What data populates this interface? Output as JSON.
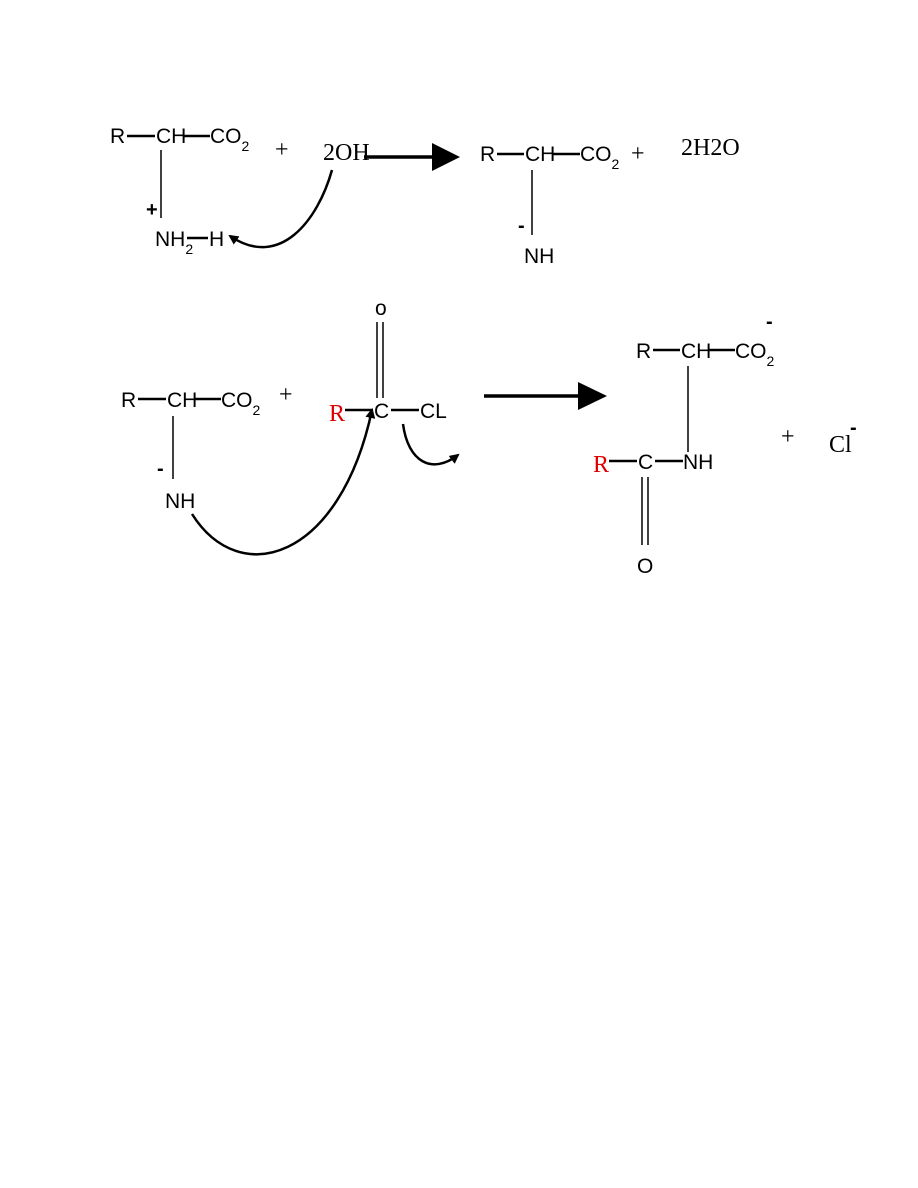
{
  "colors": {
    "ink": "#000000",
    "highlight": "#e00000",
    "background": "#ffffff"
  },
  "reaction1": {
    "reactant": {
      "r": "R",
      "ch": "CH",
      "co": "CO",
      "co_sub": "2",
      "nh": "NH",
      "nh_sub": "2",
      "h": "H",
      "charge": "+"
    },
    "plus1": "+",
    "base": "2OH",
    "product": {
      "r": "R",
      "ch": "CH",
      "co": "CO",
      "co_sub": "2",
      "nh": "NH",
      "charge": "-"
    },
    "plus2": "+",
    "water": "2H2O"
  },
  "reaction2": {
    "amine": {
      "r": "R",
      "ch": "CH",
      "co": "CO",
      "co_sub": "2",
      "nh": "NH",
      "charge": "-"
    },
    "plus1": "+",
    "acyl_chloride": {
      "r": "R",
      "c": "C",
      "cl": "CL",
      "o": "o"
    },
    "product": {
      "r": "R",
      "ch": "CH",
      "co": "CO",
      "co_sub": "2",
      "charge": "-",
      "acyl_r": "R",
      "c": "C",
      "nh": "NH",
      "o": "O"
    },
    "plus2": "+",
    "chloride": "Cl",
    "chloride_charge": "-"
  }
}
